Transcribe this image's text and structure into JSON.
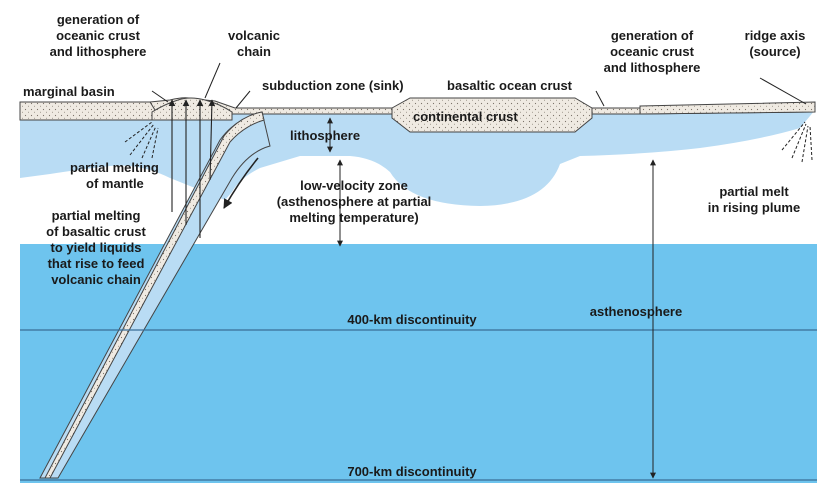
{
  "colors": {
    "lithosphere": "#b9dcf4",
    "asthenosphere_upper": "#ffffff",
    "mantle_lower": "#6ec4ee",
    "crust": "#efeae2",
    "outline": "#444444",
    "discontinuity_line": "#3a6e96"
  },
  "labels": {
    "gen_left": [
      "generation of",
      "oceanic crust",
      "and lithosphere"
    ],
    "volcanic_chain": [
      "volcanic",
      "chain"
    ],
    "gen_right": [
      "generation of",
      "oceanic crust",
      "and lithosphere"
    ],
    "ridge_axis": [
      "ridge axis",
      "(source)"
    ],
    "marginal_basin": "marginal basin",
    "subduction_zone": "subduction zone (sink)",
    "basaltic_ocean_crust": "basaltic ocean crust",
    "continental_crust": "continental crust",
    "lithosphere": "lithosphere",
    "partial_melting_mantle": [
      "partial melting",
      "of mantle"
    ],
    "low_velocity_zone": [
      "low-velocity zone",
      "(asthenosphere at partial",
      "melting temperature)"
    ],
    "partial_melt_plume": [
      "partial melt",
      "in rising plume"
    ],
    "partial_melting_basaltic": [
      "partial melting",
      "of basaltic crust",
      "to yield liquids",
      "that rise to feed",
      "volcanic chain"
    ],
    "discontinuity_400": "400-km discontinuity",
    "asthenosphere": "asthenosphere",
    "discontinuity_700": "700-km discontinuity"
  }
}
